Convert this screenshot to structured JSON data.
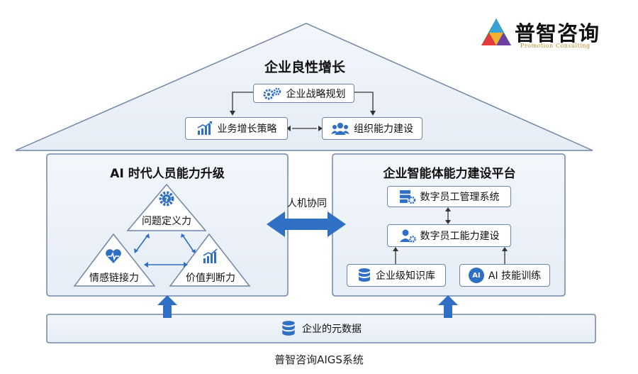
{
  "logo": {
    "name": "普智咨询",
    "tagline": "Promotion Consulting"
  },
  "roof": {
    "title": "企业良性增长",
    "strategy": "企业战略规划",
    "growth": "业务增长策略",
    "org": "组织能力建设"
  },
  "left_panel": {
    "title": "AI 时代人员能力升级",
    "top": "问题定义力",
    "bottom_left": "情感链接力",
    "bottom_right": "价值判断力"
  },
  "middle": {
    "label": "人机协同"
  },
  "right_panel": {
    "title": "企业智能体能力建设平台",
    "mgmt": "数字员工管理系统",
    "capability": "数字员工能力建设",
    "knowledge": "企业级知识库",
    "training": "AI 技能训练",
    "training_badge": "AI"
  },
  "foundation": {
    "label": "企业的元数据"
  },
  "caption": "普智咨询AIGS系统",
  "colors": {
    "primary": "#2f6fc4",
    "border": "#6f86a8",
    "fill": "#e9eff7",
    "logo_gold": "#c08a2a"
  }
}
